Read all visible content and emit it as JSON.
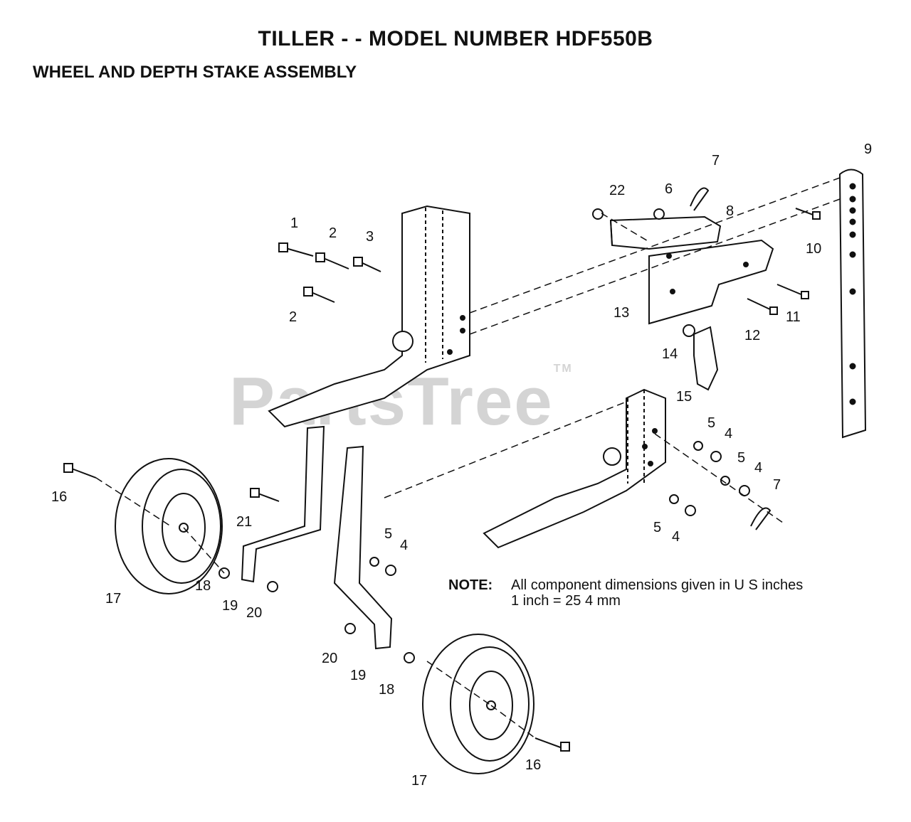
{
  "header": {
    "title": "TILLER - - MODEL NUMBER HDF550B",
    "subtitle": "WHEEL AND DEPTH STAKE ASSEMBLY"
  },
  "note": {
    "label": "NOTE:",
    "line1": "All component dimensions given in U S  inches",
    "line2": "1 inch = 25 4 mm"
  },
  "watermark": {
    "text": "PartsTree",
    "tm": "TM"
  },
  "callouts": {
    "c1": "1",
    "c2a": "2",
    "c2b": "2",
    "c3": "3",
    "c4a": "4",
    "c4b": "4",
    "c4c": "4",
    "c4d": "4",
    "c5a": "5",
    "c5b": "5",
    "c5c": "5",
    "c5d": "5",
    "c6": "6",
    "c7a": "7",
    "c7b": "7",
    "c8": "8",
    "c9": "9",
    "c10": "10",
    "c11": "11",
    "c12": "12",
    "c13": "13",
    "c14": "14",
    "c15": "15",
    "c16a": "16",
    "c16b": "16",
    "c17a": "17",
    "c17b": "17",
    "c18a": "18",
    "c18b": "18",
    "c19a": "19",
    "c19b": "19",
    "c20a": "20",
    "c20b": "20",
    "c21": "21",
    "c22": "22"
  }
}
